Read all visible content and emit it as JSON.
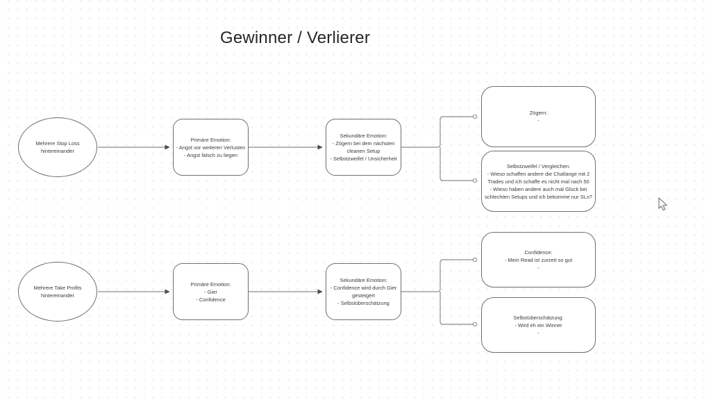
{
  "title": "Gewinner / Verlierer",
  "canvas": {
    "background": "#ffffff",
    "dot_grid_color": "#e5e5e5"
  },
  "colors": {
    "shape_border": "#6d6d6d",
    "connector_line": "#8a8a8a",
    "arrowhead": "#4a4a4a",
    "node_text": "#3b3b3b",
    "title_text": "#262626"
  },
  "nodes": {
    "stop_loss_source": {
      "shape": "ellipse",
      "text": "Mehrere Stop Loss\nhintereinander"
    },
    "stop_loss_primary": {
      "shape": "rounded-rect",
      "text": "Primäre Emotion:\n- Angst vor weiteren Verlusten\n- Angst falsch zu liegen"
    },
    "stop_loss_secondary": {
      "shape": "rounded-rect",
      "text": "Sekundäre Emotion:\n- Zögern bei dem nächsten\ncleanen Setup\n- Selbstzweifel / Unsicherheit"
    },
    "stop_loss_outcome_hesitation": {
      "shape": "rounded-rect",
      "text": "Zögern:\n-"
    },
    "stop_loss_outcome_doubt": {
      "shape": "rounded-rect",
      "text": "Selbstzweifel / Vergleichen:\n- Wieso schaffen andere die Challange mit 2\nTrades und ich schaffe es nicht mal nach 50\n- Wieso haben andere auch mal Glück bei\nschlechten Setups und ich bekomme nur SLs?"
    },
    "take_profit_source": {
      "shape": "ellipse",
      "text": "Mehrere Take Profits\nhintereinander"
    },
    "take_profit_primary": {
      "shape": "rounded-rect",
      "text": "Primäre Emotion:\n- Gier\n- Confidence"
    },
    "take_profit_secondary": {
      "shape": "rounded-rect",
      "text": "Sekundäre Emotion:\n- Confidence wird durch Gier\ngesteigert\n- Selbstüberschätzung"
    },
    "take_profit_outcome_confidence": {
      "shape": "rounded-rect",
      "text": "Confidence:\n- Mein Read ist zurzeit so gut\n-"
    },
    "take_profit_outcome_overconfidence": {
      "shape": "rounded-rect",
      "text": "Selbstüberschätzung:\n- Wird eh ein Winner\n-"
    }
  }
}
